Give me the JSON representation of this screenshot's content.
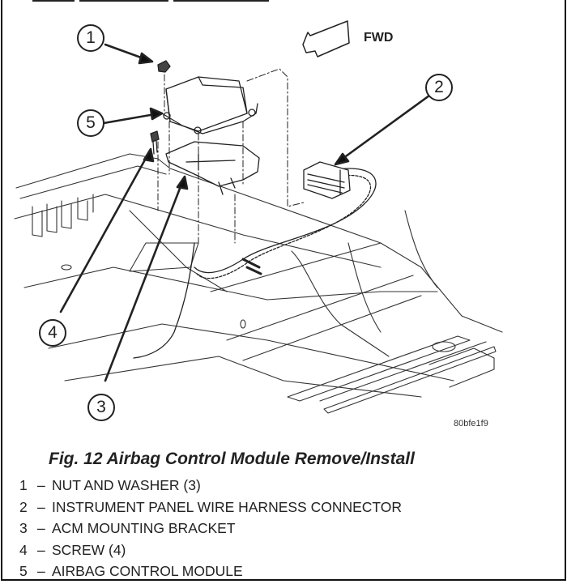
{
  "figure": {
    "caption": "Fig. 12 Airbag Control Module Remove/Install",
    "image_code": "80bfe1f9",
    "direction_label": "FWD",
    "callouts": [
      "1",
      "2",
      "3",
      "4",
      "5"
    ]
  },
  "legend": [
    {
      "num": "1",
      "sep": "–",
      "text": "NUT AND WASHER (3)"
    },
    {
      "num": "2",
      "sep": "–",
      "text": "INSTRUMENT PANEL WIRE HARNESS CONNECTOR"
    },
    {
      "num": "3",
      "sep": "–",
      "text": "ACM MOUNTING BRACKET"
    },
    {
      "num": "4",
      "sep": "–",
      "text": "SCREW (4)"
    },
    {
      "num": "5",
      "sep": "–",
      "text": "AIRBAG CONTROL MODULE"
    }
  ],
  "colors": {
    "ink": "#222222",
    "paper": "#ffffff"
  }
}
